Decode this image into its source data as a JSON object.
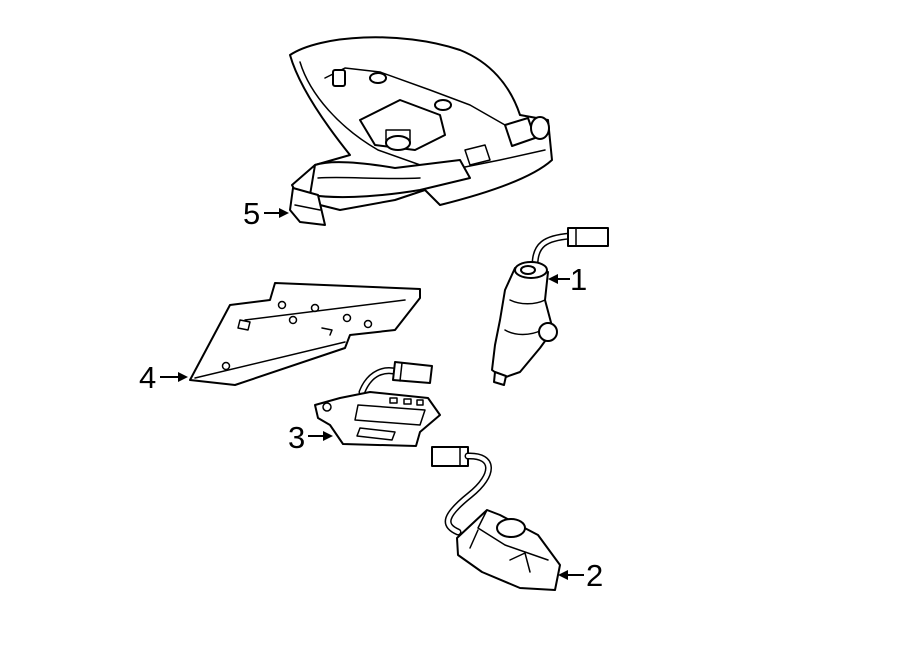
{
  "diagram": {
    "callouts": [
      {
        "id": "1",
        "label": "1"
      },
      {
        "id": "2",
        "label": "2"
      },
      {
        "id": "3",
        "label": "3"
      },
      {
        "id": "4",
        "label": "4"
      },
      {
        "id": "5",
        "label": "5"
      }
    ]
  },
  "colors": {
    "line": "#000000",
    "fill": "#ffffff",
    "background": "#ffffff"
  }
}
